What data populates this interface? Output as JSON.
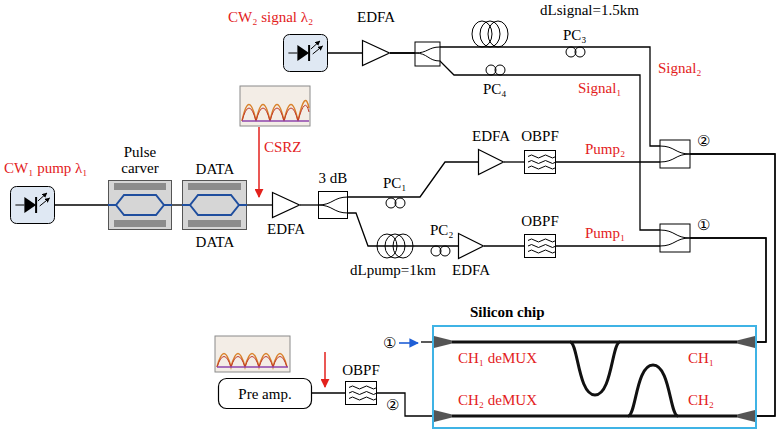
{
  "diagram": {
    "nodes": [
      {
        "text": [
          "CW₁ pump λ₁"
        ]
      },
      {
        "text": [
          "Pulse carver"
        ]
      },
      {
        "text": [
          "DATA",
          "DATA"
        ]
      },
      {
        "text": [
          "EDFA"
        ]
      },
      {
        "text": [
          "3 dB"
        ]
      },
      {
        "text": [
          "EDFA"
        ]
      },
      {
        "text": [
          "OBPF"
        ]
      },
      {
        "text": [
          "EDFA"
        ]
      },
      {
        "text": [
          "OBPF"
        ]
      },
      {
        "text": [
          "CW₂ signal λ₂"
        ]
      },
      {
        "text": [
          "EDFA"
        ]
      },
      {
        "text": [
          "Silicon chip",
          "CH₁ deMUX",
          "CH₁",
          "CH₂ deMUX",
          "CH₂"
        ]
      },
      {
        "text": [
          "OBPF"
        ]
      },
      {
        "text": [
          "Pre amp."
        ]
      }
    ],
    "edges": [
      {
        "from": 0,
        "to": 1,
        "arrow": "none"
      },
      {
        "from": 1,
        "to": 2,
        "arrow": "none"
      },
      {
        "from": 2,
        "to": 3,
        "arrow": "none"
      },
      {
        "from": 3,
        "to": 4,
        "arrow": "none"
      },
      {
        "from": 4,
        "to": 5,
        "arrow": "none"
      },
      {
        "from": 4,
        "to": 7,
        "arrow": "none"
      },
      {
        "from": 5,
        "to": 6,
        "arrow": "none"
      },
      {
        "from": 7,
        "to": 8,
        "arrow": "none"
      },
      {
        "from": 6,
        "to": 11,
        "arrow": "none"
      },
      {
        "from": 8,
        "to": 11,
        "arrow": "none"
      },
      {
        "from": 9,
        "to": 10,
        "arrow": "none"
      },
      {
        "from": 10,
        "to": 11,
        "arrow": "none"
      },
      {
        "from": 10,
        "to": 11,
        "arrow": "none"
      },
      {
        "from": 11,
        "to": 12,
        "arrow": "none"
      },
      {
        "from": 12,
        "to": 13,
        "arrow": "none"
      }
    ],
    "labels": [
      "dLsignal=1.5km",
      "PC₃",
      "Signal₂",
      "PC₄",
      "Signal₁",
      "Pump₂",
      "PC₁",
      "CSRZ",
      "PC₂",
      "dLpump=1km",
      "Pump₁",
      "②",
      "①",
      "①",
      "②"
    ]
  }
}
